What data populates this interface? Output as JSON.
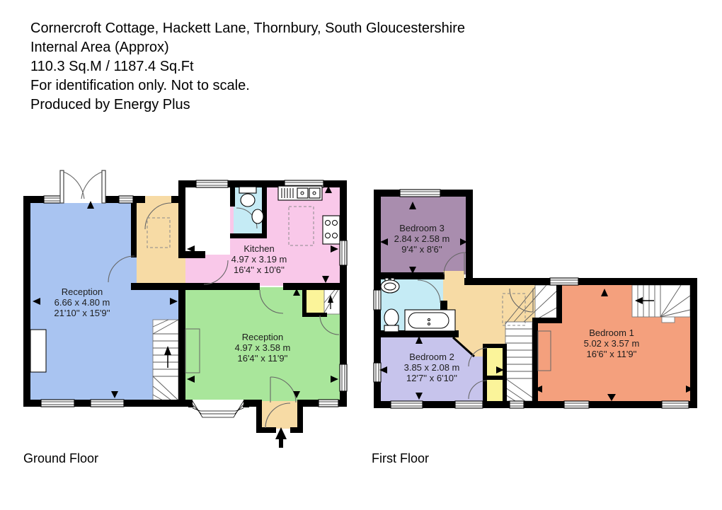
{
  "header": {
    "address": "Cornercroft Cottage, Hackett Lane, Thornbury, South Gloucestershire",
    "area_label": "Internal Area (Approx)",
    "area_value": "110.3 Sq.M / 1187.4 Sq.Ft",
    "disclaimer": "For identification only. Not to scale.",
    "producer": "Produced by Energy Plus"
  },
  "floors": {
    "ground": {
      "label": "Ground Floor",
      "rooms": {
        "reception_a": {
          "name": "Reception",
          "metric": "6.66 x 4.80 m",
          "imperial": "21'10'' x 15'9''"
        },
        "kitchen": {
          "name": "Kitchen",
          "metric": "4.97 x 3.19 m",
          "imperial": "16'4'' x 10'6''"
        },
        "reception_b": {
          "name": "Reception",
          "metric": "4.97 x 3.58 m",
          "imperial": "16'4'' x 11'9''"
        }
      }
    },
    "first": {
      "label": "First Floor",
      "rooms": {
        "bedroom1": {
          "name": "Bedroom 1",
          "metric": "5.02 x 3.57 m",
          "imperial": "16'6'' x 11'9''"
        },
        "bedroom2": {
          "name": "Bedroom 2",
          "metric": "3.85 x 2.08 m",
          "imperial": "12'7'' x 6'10''"
        },
        "bedroom3": {
          "name": "Bedroom 3",
          "metric": "2.84 x 2.58 m",
          "imperial": "9'4'' x 8'6''"
        }
      }
    }
  },
  "colors": {
    "reception_a": "#a9c4f1",
    "kitchen": "#f9c8e9",
    "reception_b": "#a9e69b",
    "bedroom1": "#f4a07d",
    "bedroom2": "#c7c4ec",
    "bedroom3": "#a98dae",
    "hall": "#f7dba5",
    "cupboard": "#fbf49a",
    "bathroom": "#c5ebf5",
    "wall": "#000000",
    "text": "#1d1d1d"
  }
}
